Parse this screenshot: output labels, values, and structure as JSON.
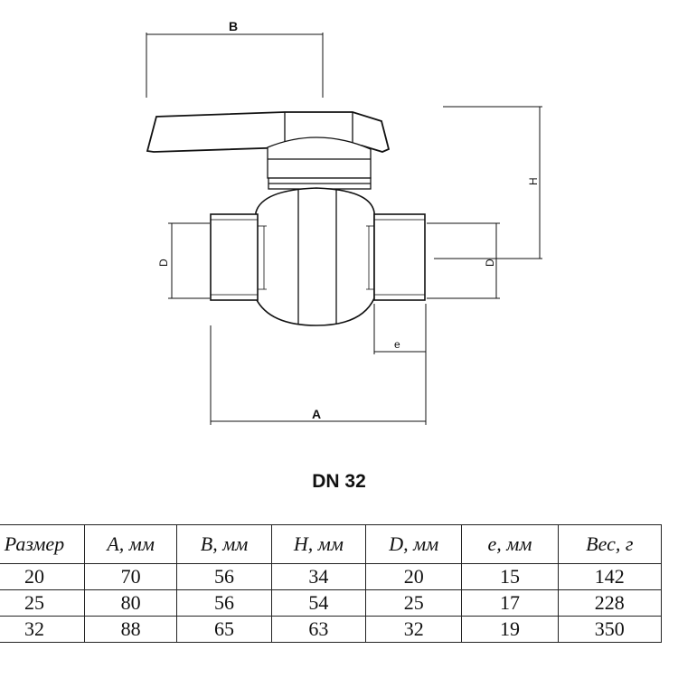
{
  "drawing": {
    "labels": {
      "B": "B",
      "H": "H",
      "D_left": "D",
      "D_right": "D",
      "e": "e",
      "A": "A"
    }
  },
  "caption": "DN 32",
  "table": {
    "headers": [
      "Размер",
      "A, мм",
      "B, мм",
      "H, мм",
      "D, мм",
      "e, мм",
      "Вес, г"
    ],
    "rows": [
      [
        "20",
        "70",
        "56",
        "34",
        "20",
        "15",
        "142"
      ],
      [
        "25",
        "80",
        "56",
        "54",
        "25",
        "17",
        "228"
      ],
      [
        "32",
        "88",
        "65",
        "63",
        "32",
        "19",
        "350"
      ]
    ]
  }
}
